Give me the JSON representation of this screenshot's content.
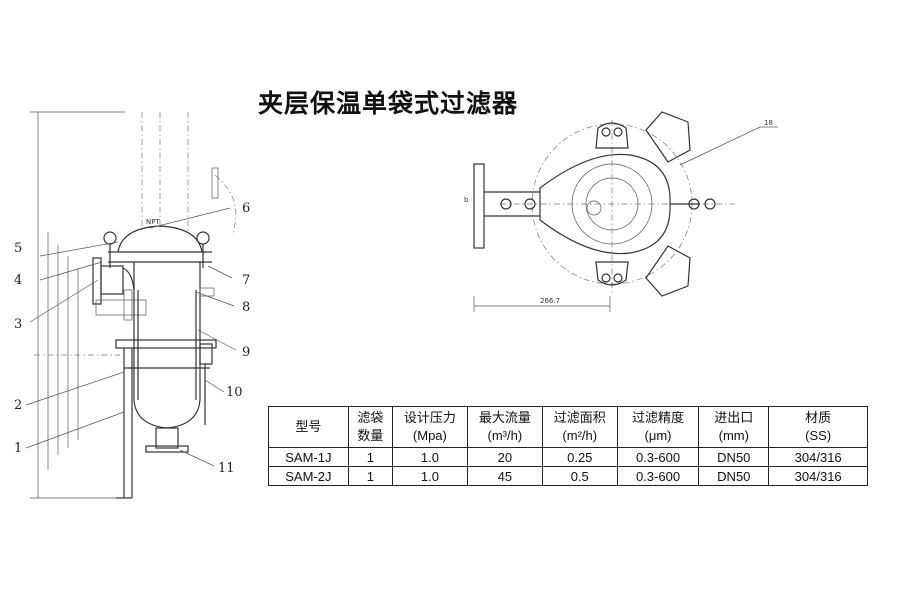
{
  "title": "夹层保温单袋式过滤器",
  "left_drawing": {
    "callouts": [
      "1",
      "2",
      "3",
      "4",
      "5",
      "6",
      "7",
      "8",
      "9",
      "10",
      "11"
    ],
    "npt_label": "NPT"
  },
  "right_drawing": {
    "callout": "18",
    "dim_label": "266.7",
    "side_label": "b"
  },
  "table": {
    "headers": [
      {
        "line1": "型号",
        "line2": ""
      },
      {
        "line1": "滤袋",
        "line2": "数量"
      },
      {
        "line1": "设计压力",
        "line2": "(Mpa)"
      },
      {
        "line1": "最大流量",
        "line2": "(m³/h)"
      },
      {
        "line1": "过滤面积",
        "line2": "(m²/h)"
      },
      {
        "line1": "过滤精度",
        "line2": "(μm)"
      },
      {
        "line1": "进出口",
        "line2": "(mm)"
      },
      {
        "line1": "材质",
        "line2": "(SS)"
      }
    ],
    "rows": [
      [
        "SAM-1J",
        "1",
        "1.0",
        "20",
        "0.25",
        "0.3-600",
        "DN50",
        "304/316"
      ],
      [
        "SAM-2J",
        "1",
        "1.0",
        "45",
        "0.5",
        "0.3-600",
        "DN50",
        "304/316"
      ]
    ]
  }
}
